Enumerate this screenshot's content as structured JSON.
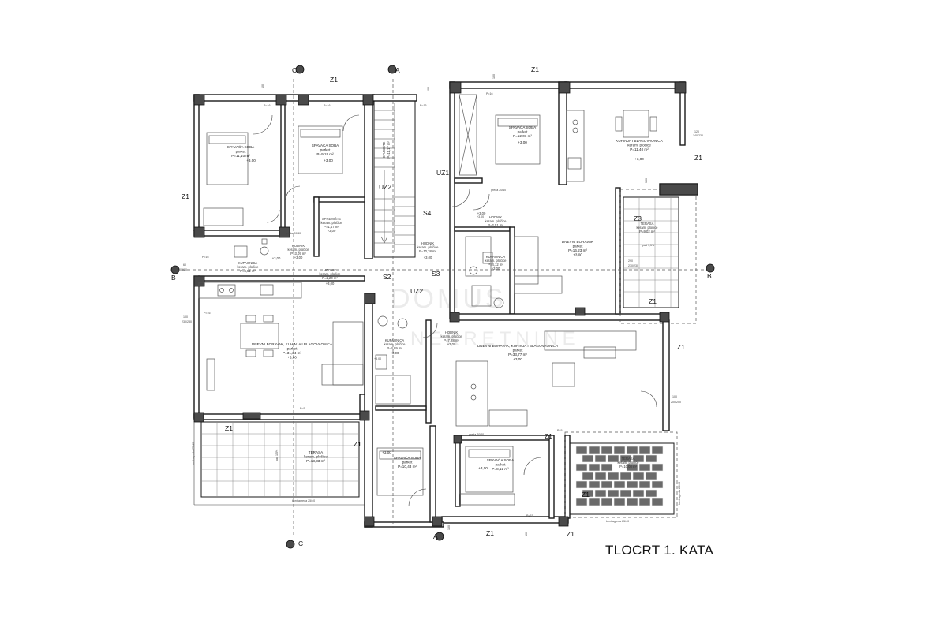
{
  "title": "TLOCRT 1. KATA",
  "watermark": [
    "DOMUS",
    "NEKRETNINE"
  ],
  "section_marks": [
    "C",
    "A",
    "C",
    "A",
    "B",
    "B"
  ],
  "zones": [
    "Z1",
    "Z1",
    "Z1",
    "Z1",
    "Z1",
    "Z1",
    "Z1",
    "Z1",
    "Z1",
    "Z1",
    "Z1",
    "Z1",
    "Z3"
  ],
  "stairs": [
    "UZ2",
    "UZ1",
    "UZ2",
    "S4",
    "S2",
    "S3"
  ],
  "rooms": [
    {
      "name": "SPAVAĆA SOBA",
      "detail": "parket",
      "area": "P=11,10 m²",
      "level": "+3,00"
    },
    {
      "name": "SPAVAĆA SOBA",
      "detail": "parket",
      "area": "P=9,19 m²",
      "level": "+3,00"
    },
    {
      "name": "SPREMIŠTE",
      "detail": "keram. pločice",
      "area": "P=1,47 m²",
      "level": "+3,00"
    },
    {
      "name": "HODNIK",
      "detail": "keram. pločice",
      "area": "P=3,09 m²",
      "level": "+3,00"
    },
    {
      "name": "KUPAONICA",
      "detail": "keram. pločice",
      "area": "P=4,51 m²",
      "level": "+3,00"
    },
    {
      "name": "HODNIK",
      "detail": "keram. pločice",
      "area": "P=2,20 m²",
      "level": "+3,00"
    },
    {
      "name": "DNEVNI BORAVAK, KUHINJA I BLAGOVAONICA",
      "detail": "parket",
      "area": "P=31,24 m²",
      "level": "+3,00"
    },
    {
      "name": "TERASA",
      "detail": "keram. pločice",
      "area": "P=13,33 m²",
      "level": ""
    },
    {
      "name": "STUBIŠTE",
      "detail": "",
      "area": "P=11,17 m²",
      "level": ""
    },
    {
      "name": "HODNIK",
      "detail": "keram. pločice",
      "area": "P=10,38 m²",
      "level": "+3,00"
    },
    {
      "name": "SPAVAĆA SOBA",
      "detail": "parket",
      "area": "P=12,01 m²",
      "level": "+3,00"
    },
    {
      "name": "KUHINJA I BLAGOVAONICA",
      "detail": "keram. pločice",
      "area": "P=11,40 m²",
      "level": "+3,00"
    },
    {
      "name": "HODNIK",
      "detail": "keram. pločice",
      "area": "P=2,51 m²",
      "level": "+3,00"
    },
    {
      "name": "DNEVNI BORAVAK",
      "detail": "parket",
      "area": "P=16,23 m²",
      "level": "+3,00"
    },
    {
      "name": "KUPAONICA",
      "detail": "keram. pločice",
      "area": "P=4,12 m²",
      "level": "+3,00"
    },
    {
      "name": "TERASA",
      "detail": "keram. pločice",
      "area": "P=9,02 m²",
      "level": ""
    },
    {
      "name": "KUPAONICA",
      "detail": "keram. pločice",
      "area": "P=4,89 m²",
      "level": "+3,00"
    },
    {
      "name": "HODNIK",
      "detail": "keram. pločice",
      "area": "P=7,28 m²",
      "level": "+3,00"
    },
    {
      "name": "DNEVNI BORAVAK, KUHINJA I BLAGOVAONICA",
      "detail": "parket",
      "area": "P=33,77 m²",
      "level": "+3,00"
    },
    {
      "name": "SPAVAĆA SOBA",
      "detail": "parket",
      "area": "P=10,43 m²",
      "level": "+3,00"
    },
    {
      "name": "SPAVAĆA SOBA",
      "detail": "parket",
      "area": "P=8,12 m²",
      "level": "+3,00"
    },
    {
      "name": "TERASA",
      "detail": "keram. pločice",
      "area": "P=10,08 m²",
      "level": ""
    }
  ],
  "annotations": [
    "P=16",
    "P=16",
    "P=16",
    "P=16",
    "P=16",
    "P=16",
    "P=15",
    "P=5",
    "P=5",
    "greda 20/40",
    "greda 20/40",
    "greda 20/40",
    "kontragreda 25/40",
    "kontragreda 25/40",
    "kontragreda 25/40",
    "kontragreda 25/40",
    "pad 1,5%",
    "pad 1,5%",
    "+3,00",
    "+3,00"
  ],
  "dimensions": [
    "100",
    "100",
    "100",
    "100",
    "100",
    "100",
    "100",
    "120",
    "60",
    "290",
    "350",
    "200/30",
    "230/230",
    "200/200",
    "140/230",
    "230/230"
  ]
}
